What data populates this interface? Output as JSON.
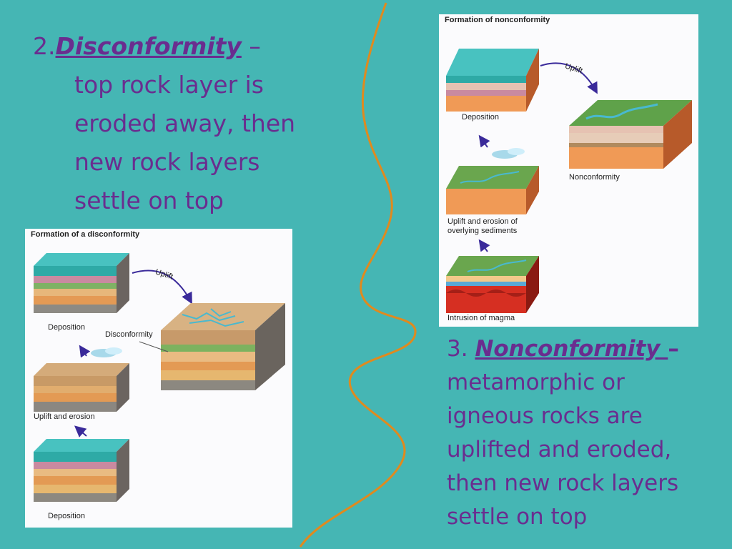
{
  "slide": {
    "background": "#45b6b4",
    "text_color": "#6a2d8f",
    "wave_color": "#e08a1e"
  },
  "disconformity": {
    "number": "2.",
    "term": "Disconformity",
    "dash": " –",
    "lines": [
      "top rock layer is",
      "eroded away, then",
      "new rock layers",
      "settle on top"
    ]
  },
  "nonconformity": {
    "number": "3. ",
    "term": "Nonconformity ",
    "dash": "–",
    "lines": [
      "metamorphic or",
      "igneous rocks are",
      "uplifted and eroded,",
      "then new rock layers",
      "settle on top"
    ]
  },
  "figure_disconformity": {
    "title": "Formation of a disconformity",
    "labels": {
      "deposition_top": "Deposition",
      "uplift": "Uplift",
      "disconformity": "Disconformity",
      "uplift_erosion": "Uplift and erosion",
      "deposition_bottom": "Deposition"
    }
  },
  "figure_nonconformity": {
    "title": "Formation of nonconformity",
    "labels": {
      "deposition": "Deposition",
      "uplift": "Uplift",
      "nonconformity": "Nonconformity",
      "uplift_erosion_1": "Uplift and erosion of",
      "uplift_erosion_2": "overlying sediments",
      "intrusion": "Intrusion of magma"
    }
  }
}
